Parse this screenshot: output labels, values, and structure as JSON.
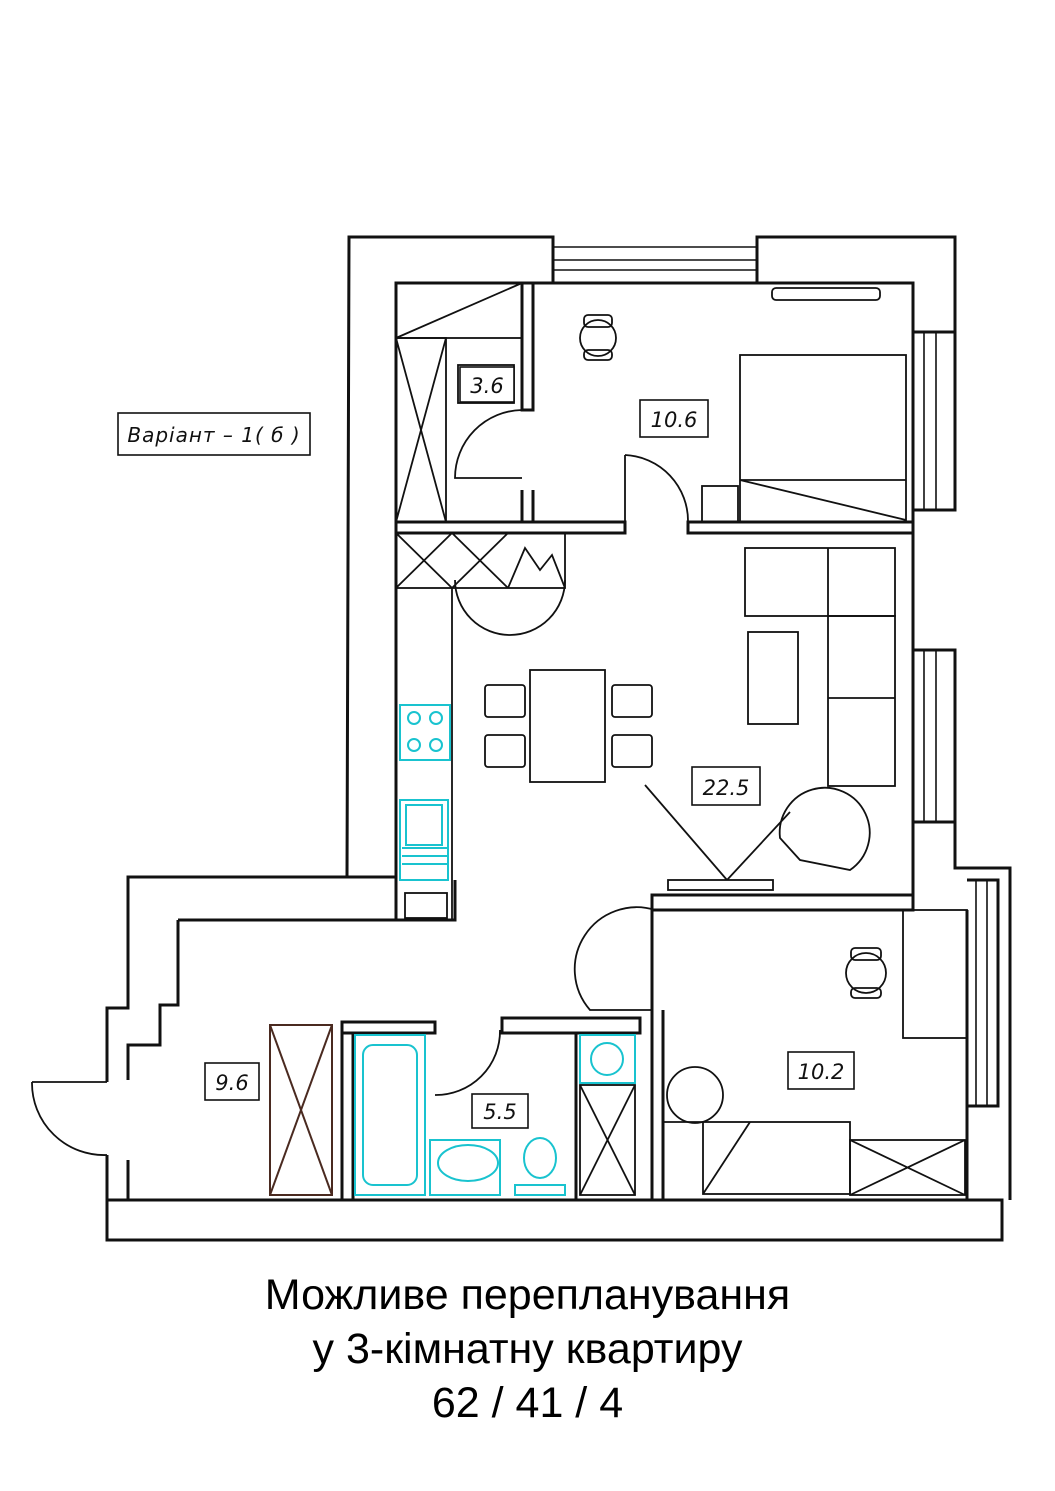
{
  "variant_label": "Варіант – 1( б )",
  "rooms": [
    {
      "id": "storage",
      "area": "3.6"
    },
    {
      "id": "bedroom",
      "area": "10.6"
    },
    {
      "id": "living-kitchen",
      "area": "22.5"
    },
    {
      "id": "hall",
      "area": "9.6"
    },
    {
      "id": "bathroom",
      "area": "5.5"
    },
    {
      "id": "bedroom-2",
      "area": "10.2"
    }
  ],
  "caption": {
    "line1": "Можливе перепланування",
    "line2": "у 3-кімнатну квартиру",
    "line3": "62 / 41 / 4"
  },
  "colors": {
    "lines": "#111111",
    "plumbing": "#19c3cf",
    "paper": "#ffffff"
  }
}
